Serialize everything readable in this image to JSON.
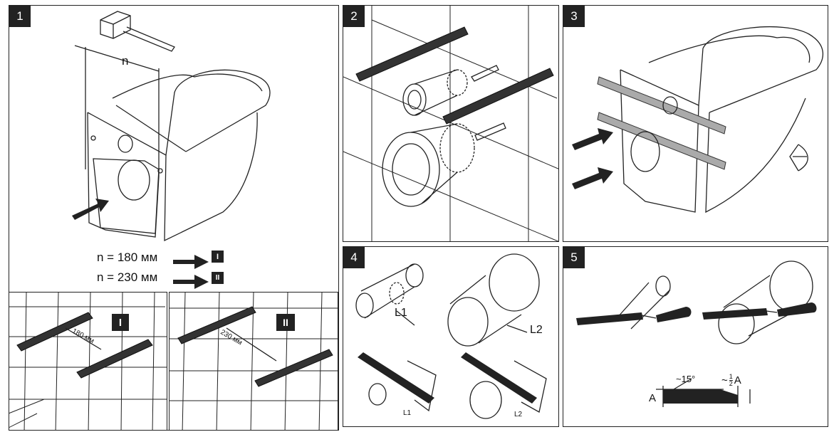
{
  "steps": {
    "s1": {
      "num": "1",
      "n_label": "n",
      "row1": "n = 180 мм",
      "row2": "n = 230 мм",
      "badge1": "I",
      "badge2": "II"
    },
    "s1a": {
      "badge": "I",
      "dim": "180 мм"
    },
    "s1b": {
      "badge": "II",
      "dim": "230 мм"
    },
    "s2": {
      "num": "2"
    },
    "s3": {
      "num": "3"
    },
    "s4": {
      "num": "4",
      "l1a": "L1",
      "l2a": "L2",
      "l1b": "L1",
      "l2b": "L2"
    },
    "s5": {
      "num": "5",
      "angle": "~15°",
      "half": "~",
      "half_num": "1",
      "half_den": "2",
      "half_var": "A",
      "a_label": "A"
    }
  },
  "colors": {
    "ink": "#222222",
    "paper": "#ffffff"
  }
}
